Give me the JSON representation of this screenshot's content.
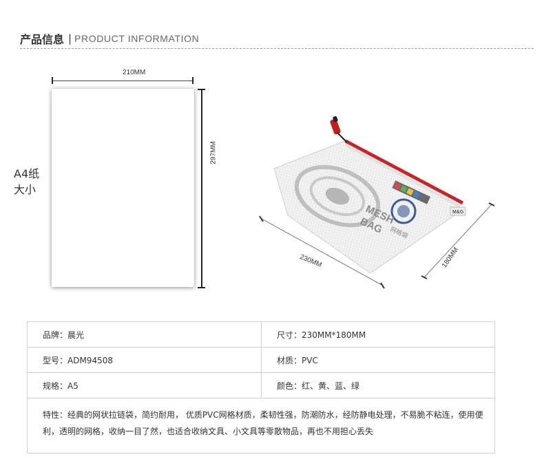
{
  "header": {
    "title_cn": "产品信息",
    "separator": "|",
    "title_en": "PRODUCT INFORMATION"
  },
  "a4_sheet": {
    "width_label": "210MM",
    "height_label": "297MM",
    "label_line1": "A4纸",
    "label_line2": "大小"
  },
  "bag": {
    "width_label": "230MM",
    "height_label": "180MM",
    "print_mesh": "MESH",
    "print_bag": "BAG",
    "print_cn": "网格袋",
    "logo": "M&G",
    "zipper_color": "#cc2a2a",
    "tag_color": "#c41e1e"
  },
  "specs": {
    "brand": "品牌：晨光",
    "size": "尺寸：230MM*180MM",
    "model": "型号：ADM94508",
    "material": "材质：PVC",
    "format": "规格：A5",
    "colors": "颜色：红、黄、蓝、绿",
    "features": "特性：经典的网状拉链袋，简约耐用， 优质PVC网格材质，柔韧性强，防潮防水，经防静电处理，不易脆不粘连，使用便利，透明的网格，收纳一目了然，也适合收纳文具、小文具等零散物品，再也不用担心丢失"
  }
}
